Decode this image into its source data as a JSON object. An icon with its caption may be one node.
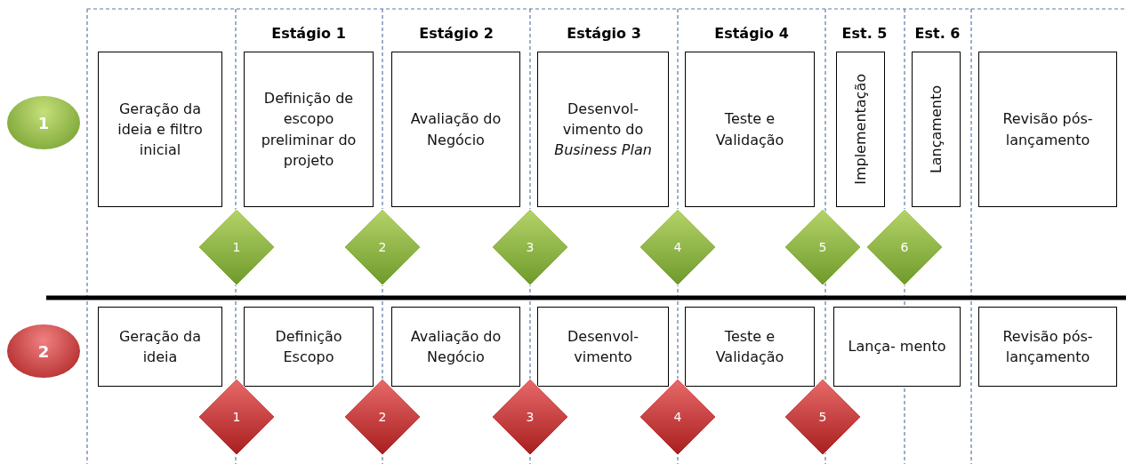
{
  "diagram": {
    "nodes": [
      {
        "text": [
          "1"
        ]
      },
      {
        "text": [
          "Geração da ideia e filtro inicial"
        ]
      },
      {
        "text": [
          "Definição de escopo preliminar do projeto"
        ]
      },
      {
        "text": [
          "Avaliação do Negócio"
        ]
      },
      {
        "text": [
          "Desenvol- vimento do *Business Plan*"
        ]
      },
      {
        "text": [
          "Teste e Validação"
        ]
      },
      {
        "text": [
          "Implementação"
        ]
      },
      {
        "text": [
          "Lançamento"
        ]
      },
      {
        "text": [
          "Revisão pós- lançamento"
        ]
      },
      {
        "text": [
          "1"
        ]
      },
      {
        "text": [
          "2"
        ]
      },
      {
        "text": [
          "3"
        ]
      },
      {
        "text": [
          "4"
        ]
      },
      {
        "text": [
          "5"
        ]
      },
      {
        "text": [
          "6"
        ]
      },
      {
        "text": [
          "2"
        ]
      },
      {
        "text": [
          "Geração da ideia"
        ]
      },
      {
        "text": [
          "Definição Escopo"
        ]
      },
      {
        "text": [
          "Avaliação do Negócio"
        ]
      },
      {
        "text": [
          "Desenvol- vimento"
        ]
      },
      {
        "text": [
          "Teste e Validação"
        ]
      },
      {
        "text": [
          "Lança- mento"
        ]
      },
      {
        "text": [
          "Revisão pós- lançamento"
        ]
      },
      {
        "text": [
          "1"
        ]
      },
      {
        "text": [
          "2"
        ]
      },
      {
        "text": [
          "3"
        ]
      },
      {
        "text": [
          "4"
        ]
      },
      {
        "text": [
          "5"
        ]
      }
    ],
    "labels": [
      "Estágio 1",
      "Estágio 2",
      "Estágio 3",
      "Estágio 4",
      "Est. 5",
      "Est. 6"
    ]
  }
}
